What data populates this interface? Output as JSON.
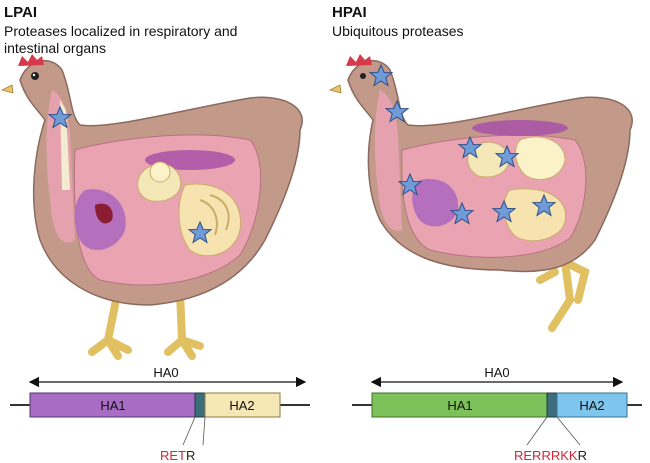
{
  "panels": [
    {
      "title": "LPAI",
      "subtitle_lines": [
        "Proteases localized in respiratory and",
        "intestinal organs"
      ],
      "bar": {
        "arrow_label": "HA0",
        "left_label": "HA1",
        "right_label": "HA2",
        "left_color": "#a86cc4",
        "right_color": "#f6e8b4"
      },
      "cleavage_red": "RET",
      "cleavage_dark": "R"
    },
    {
      "title": "HPAI",
      "subtitle_lines": [
        "Ubiquitous proteases"
      ],
      "bar": {
        "arrow_label": "HA0",
        "left_label": "HA1",
        "right_label": "HA2",
        "left_color": "#7dc15a",
        "right_color": "#7fc6ee"
      },
      "cleavage_red": "RERRRKK",
      "cleavage_dark": "R"
    }
  ],
  "colors": {
    "chicken_body": "#c39a8a",
    "organs_pink": "#e9a3b1",
    "star": "#6f9bd6",
    "legs": "#f2dc8a",
    "cleavage_text": "#d4253a",
    "linker": "#3d6e7c"
  }
}
